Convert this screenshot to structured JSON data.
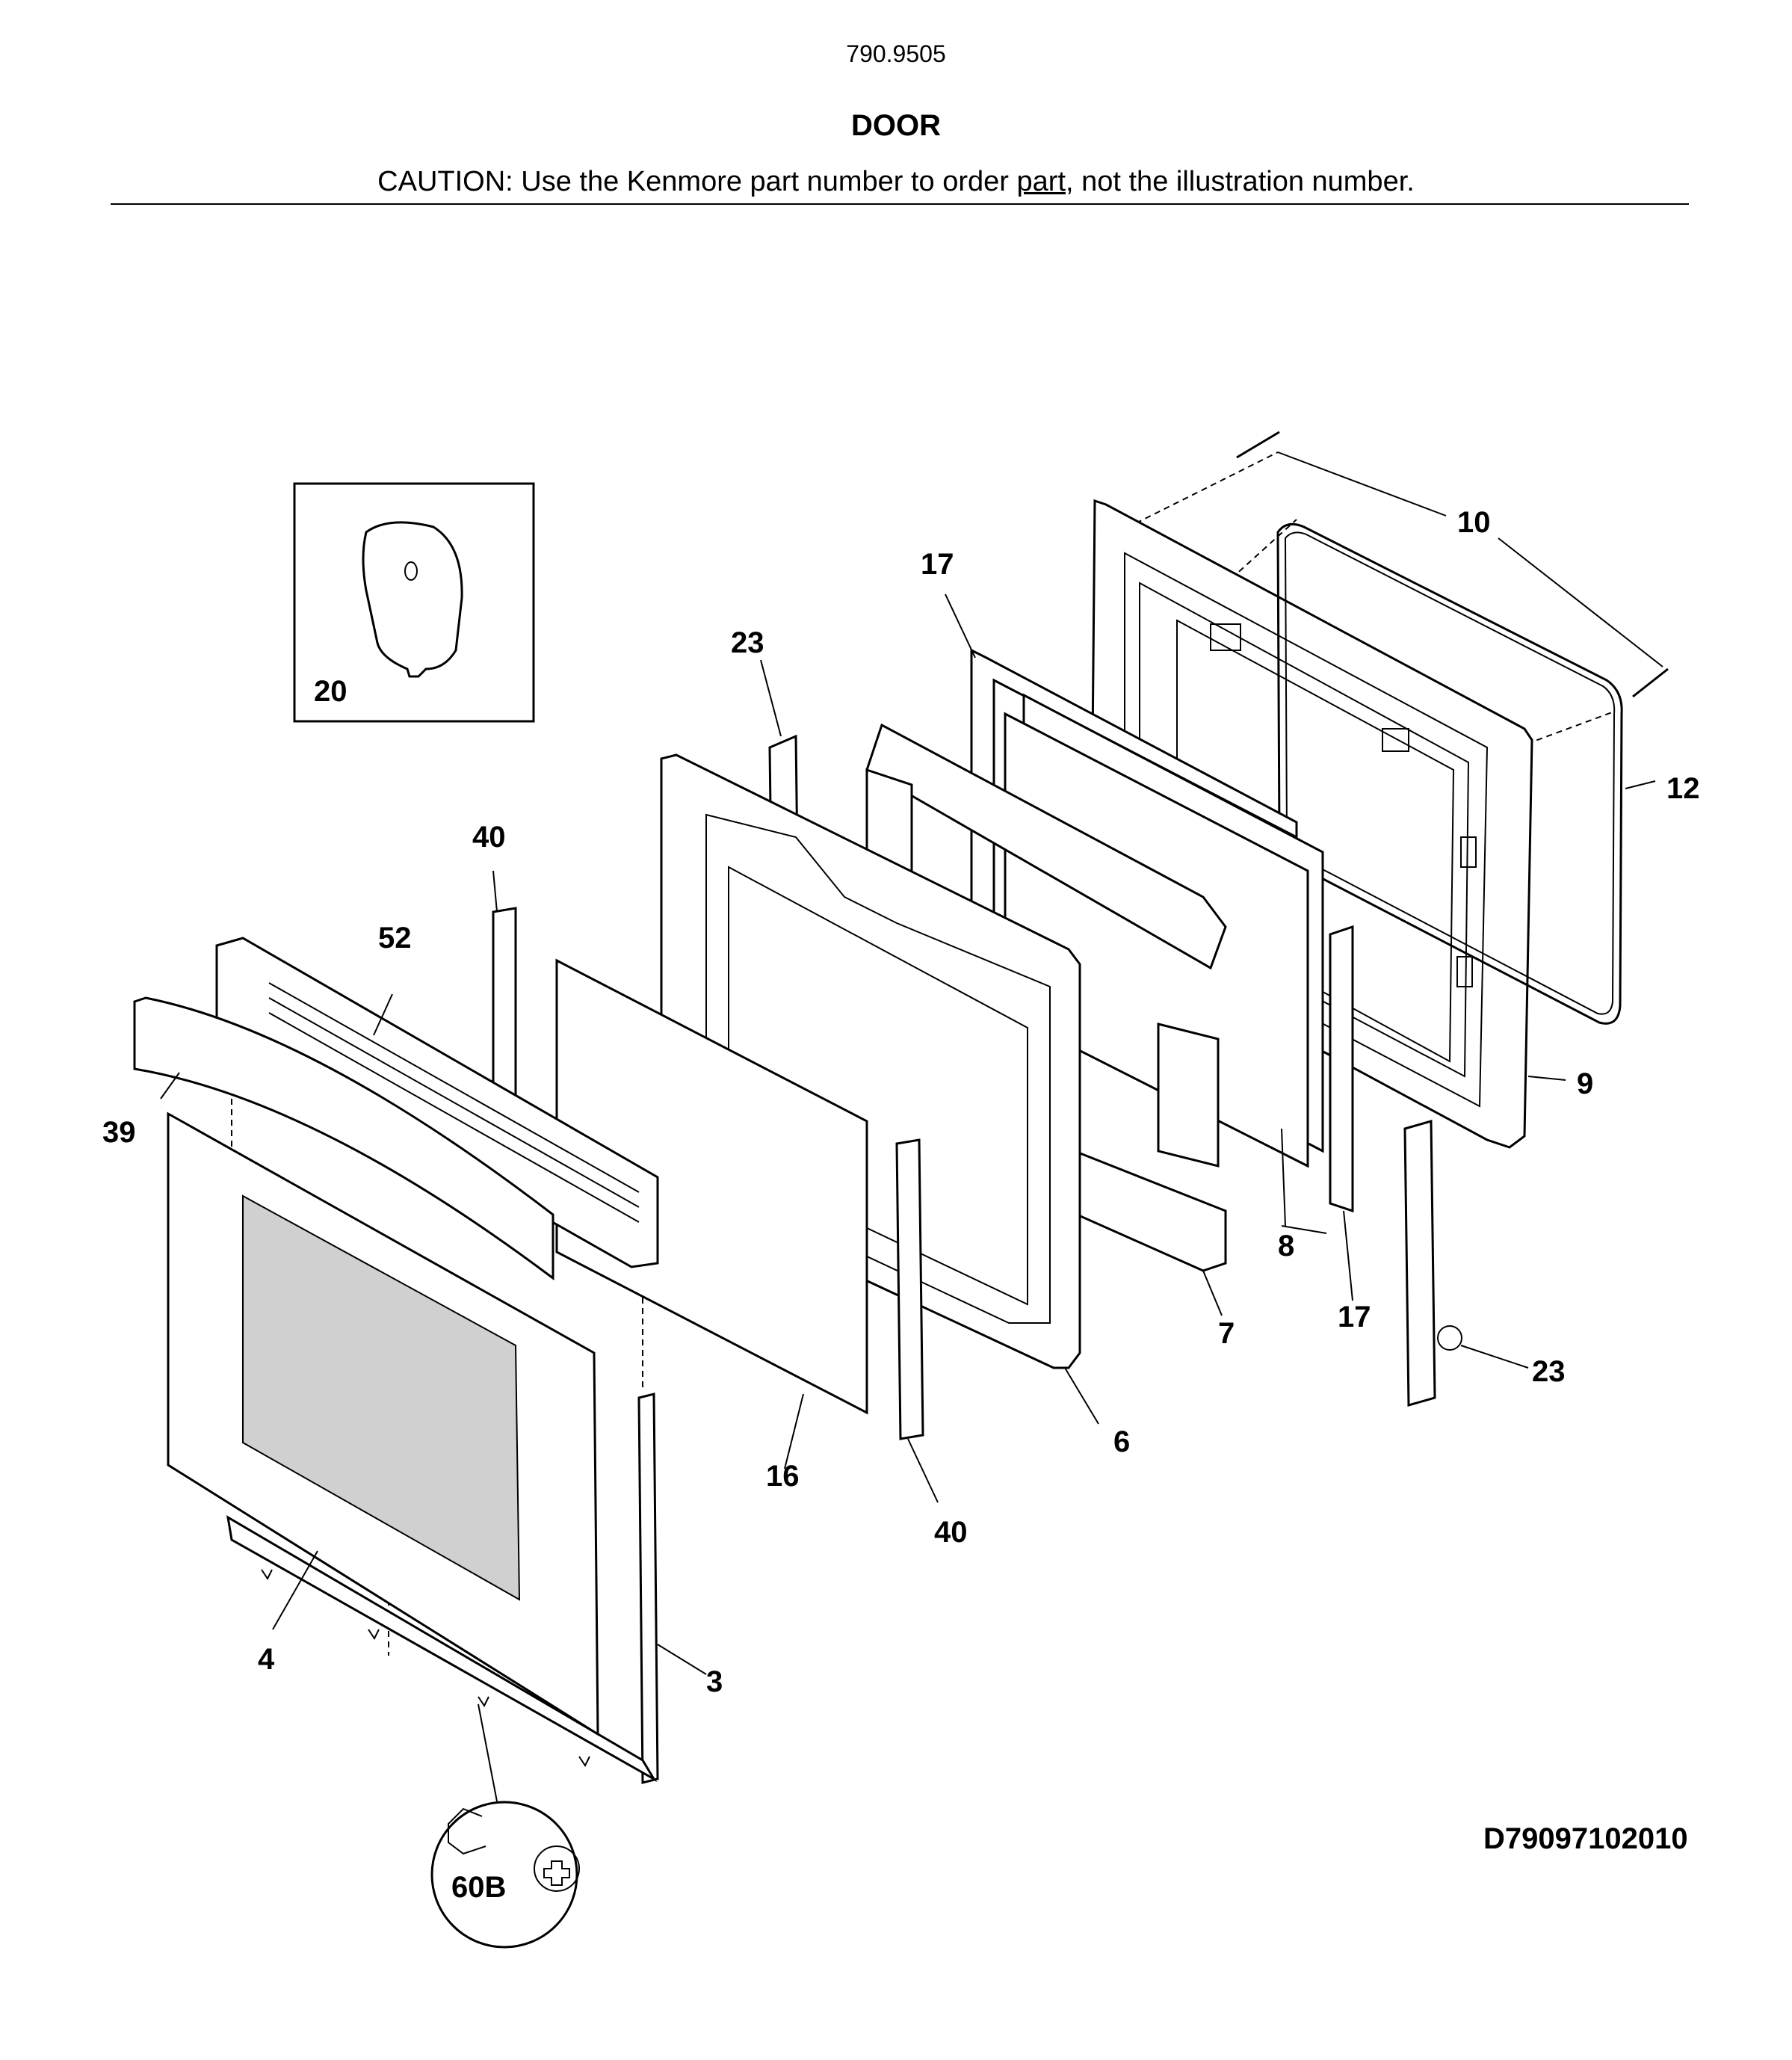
{
  "header": {
    "model": "790.9505",
    "title": "DOOR",
    "caution_pre": "CAUTION: Use the Kenmore part number to order ",
    "caution_link": "part",
    "caution_post": ", not the illustration number."
  },
  "diagram_code": "D79097102010",
  "callouts": {
    "c3": "3",
    "c4": "4",
    "c6": "6",
    "c7": "7",
    "c8": "8",
    "c9": "9",
    "c10": "10",
    "c12": "12",
    "c16": "16",
    "c17a": "17",
    "c17b": "17",
    "c20": "20",
    "c23a": "23",
    "c23b": "23",
    "c39": "39",
    "c40a": "40",
    "c40b": "40",
    "c52": "52",
    "c60b": "60B"
  }
}
